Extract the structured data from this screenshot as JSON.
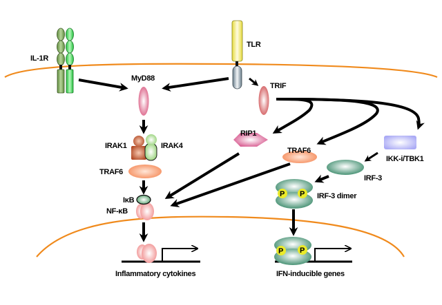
{
  "diagram": {
    "title": "IL-1R / TLR signaling pathway",
    "colors": {
      "membrane": "#f08a1c",
      "il1r_left": "#7fa65a",
      "il1r_right": "#3ee05a",
      "tlr_extra": "#e6dc3c",
      "tlr_intra": "#8ea0ad",
      "myd88": "#d9577f",
      "trif": "#cf4f52",
      "irak1": "#b24a25",
      "irak4": "#8fcf6f",
      "traf6": "#f58a58",
      "rip1": "#d44c86",
      "ikk_tbk1": "#a9a9f5",
      "irf3": "#3a8a6a",
      "phospho": "#eaea2a",
      "ikb": "#4a9a62",
      "nfkb": "#f08a8a"
    },
    "labels": {
      "il1r": "IL-1R",
      "tlr": "TLR",
      "myd88": "MyD88",
      "trif": "TRIF",
      "irak1": "IRAK1",
      "irak4": "IRAK4",
      "traf6_left": "TRAF6",
      "traf6_right": "TRAF6",
      "rip1": "RIP1",
      "ikk_tbk1": "IKK-i/TBK1",
      "irf3": "IRF-3",
      "irf3_dimer": "IRF-3 dimer",
      "ikb": "IκB",
      "nfkb": "NF-κB",
      "phospho": "P",
      "inflammatory": "Inflammatory cytokines",
      "ifn_genes": "IFN-inducible genes"
    }
  }
}
